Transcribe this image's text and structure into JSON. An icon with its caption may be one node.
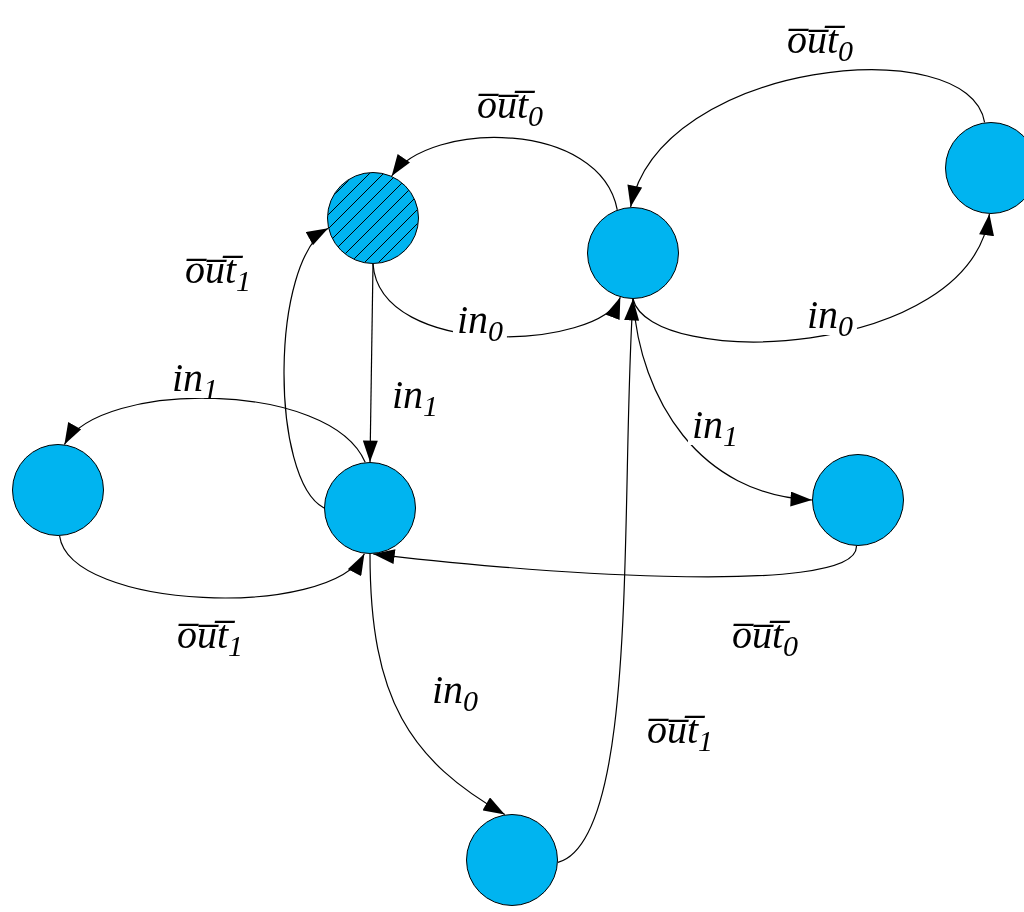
{
  "diagram": {
    "nodes": [
      {
        "text": [],
        "shape": "circle"
      },
      {
        "text": [],
        "shape": "circle"
      },
      {
        "text": [],
        "shape": "circle"
      },
      {
        "text": [],
        "shape": "circle"
      },
      {
        "text": [],
        "shape": "circle"
      },
      {
        "text": [],
        "shape": "circle"
      },
      {
        "text": [],
        "shape": "circle"
      }
    ],
    "edges": [
      {
        "from": 1,
        "to": 0,
        "arrow": "to",
        "label": "o̅u̅t̅$_{0}$"
      },
      {
        "from": 0,
        "to": 1,
        "arrow": "to",
        "label": "in$_{0}$"
      },
      {
        "from": 2,
        "to": 1,
        "arrow": "to",
        "label": "o̅u̅t̅$_{0}$"
      },
      {
        "from": 1,
        "to": 2,
        "arrow": "to",
        "label": "in$_{0}$"
      },
      {
        "from": 0,
        "to": 4,
        "arrow": "to",
        "label": "in$_{1}$"
      },
      {
        "from": 4,
        "to": 0,
        "arrow": "to",
        "label": "o̅u̅t̅$_{1}$"
      },
      {
        "from": 4,
        "to": 3,
        "arrow": "to",
        "label": "in$_{1}$"
      },
      {
        "from": 3,
        "to": 4,
        "arrow": "to",
        "label": "o̅u̅t̅$_{1}$"
      },
      {
        "from": 1,
        "to": 5,
        "arrow": "to",
        "label": "in$_{1}$"
      },
      {
        "from": 5,
        "to": 4,
        "arrow": "to",
        "label": "o̅u̅t̅$_{0}$"
      },
      {
        "from": 4,
        "to": 6,
        "arrow": "to",
        "label": "in$_{0}$"
      },
      {
        "from": 6,
        "to": 1,
        "arrow": "to",
        "label": "o̅u̅t̅$_{1}$"
      }
    ]
  }
}
